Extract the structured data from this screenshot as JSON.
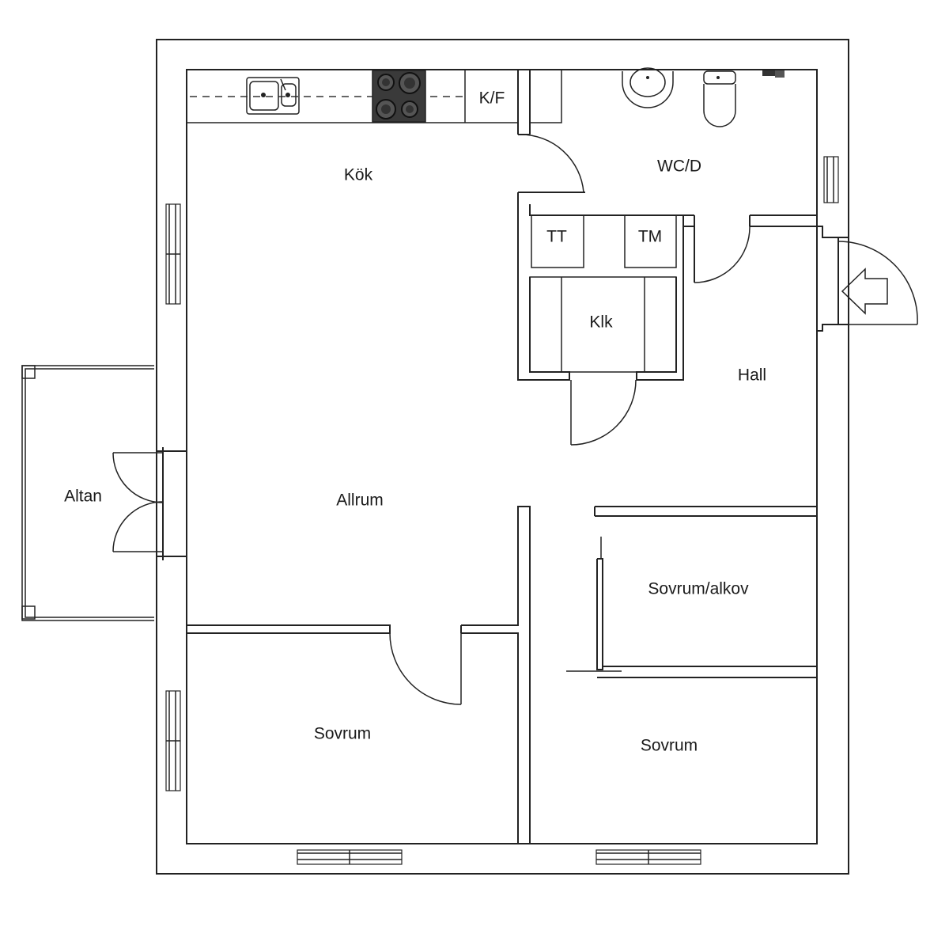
{
  "rooms": {
    "kok": "Kök",
    "kf": "K/F",
    "wcd": "WC/D",
    "tt": "TT",
    "tm": "TM",
    "klk": "Klk",
    "hall": "Hall",
    "altan": "Altan",
    "allrum": "Allrum",
    "sovrum_alkov": "Sovrum/alkov",
    "sovrum_left": "Sovrum",
    "sovrum_right": "Sovrum"
  },
  "colors": {
    "wall": "#222222",
    "background": "#ffffff",
    "stove": "#3a3a3a"
  }
}
